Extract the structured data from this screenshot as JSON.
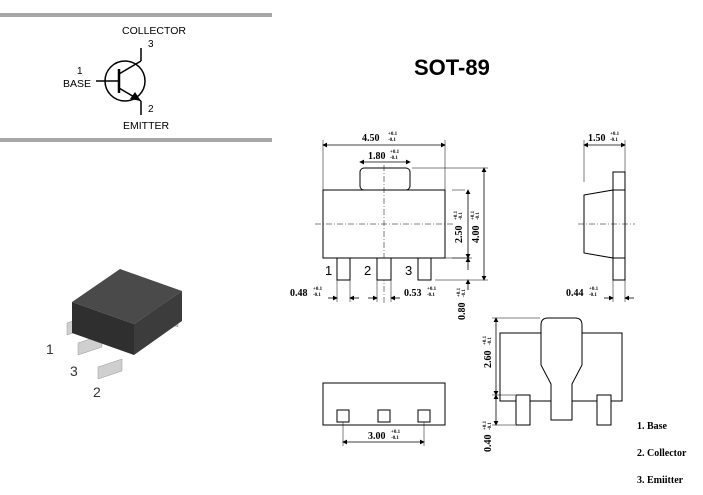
{
  "title": "SOT-89",
  "schematic": {
    "collector_label": "COLLECTOR",
    "collector_pin": "3",
    "base_pin": "1",
    "base_label": "BASE",
    "emitter_pin": "2",
    "emitter_label": "EMITTER"
  },
  "package_photo": {
    "pin1": "1",
    "pin3": "3",
    "pin2": "2"
  },
  "top_view": {
    "width": "4.50",
    "width_tol_plus": "+0.1",
    "width_tol_minus": "-0.1",
    "tab_width": "1.80",
    "tab_tol_plus": "+0.1",
    "tab_tol_minus": "-0.1",
    "body_height": "2.50",
    "body_tol_plus": "+0.1",
    "body_tol_minus": "-0.1",
    "total_height": "4.00",
    "total_tol_plus": "+0.1",
    "total_tol_minus": "-0.1",
    "pin_labels": [
      "1",
      "2",
      "3"
    ],
    "lead_width_outer": "0.48",
    "lead_outer_tol_plus": "+0.1",
    "lead_outer_tol_minus": "-0.1",
    "lead_width_center": "0.53",
    "lead_center_tol_plus": "+0.1",
    "lead_center_tol_minus": "-0.1",
    "lead_length": "0.80",
    "lead_length_tol_plus": "+0.1",
    "lead_length_tol_minus": "-0.1"
  },
  "side_view": {
    "thickness": "1.50",
    "thickness_tol_plus": "+0.1",
    "thickness_tol_minus": "-0.1",
    "lead_thickness": "0.44",
    "lead_thickness_tol_plus": "+0.1",
    "lead_thickness_tol_minus": "-0.1"
  },
  "bottom_view": {
    "pitch": "3.00",
    "pitch_tol_plus": "+0.1",
    "pitch_tol_minus": "-0.1"
  },
  "footprint": {
    "height": "2.60",
    "height_tol_plus": "+0.1",
    "height_tol_minus": "-0.1",
    "pad_height": "0.40",
    "pad_tol_plus": "+0.1",
    "pad_tol_minus": "-0.1"
  },
  "legend": [
    "1. Base",
    "2. Collector",
    "3. Emiitter"
  ]
}
